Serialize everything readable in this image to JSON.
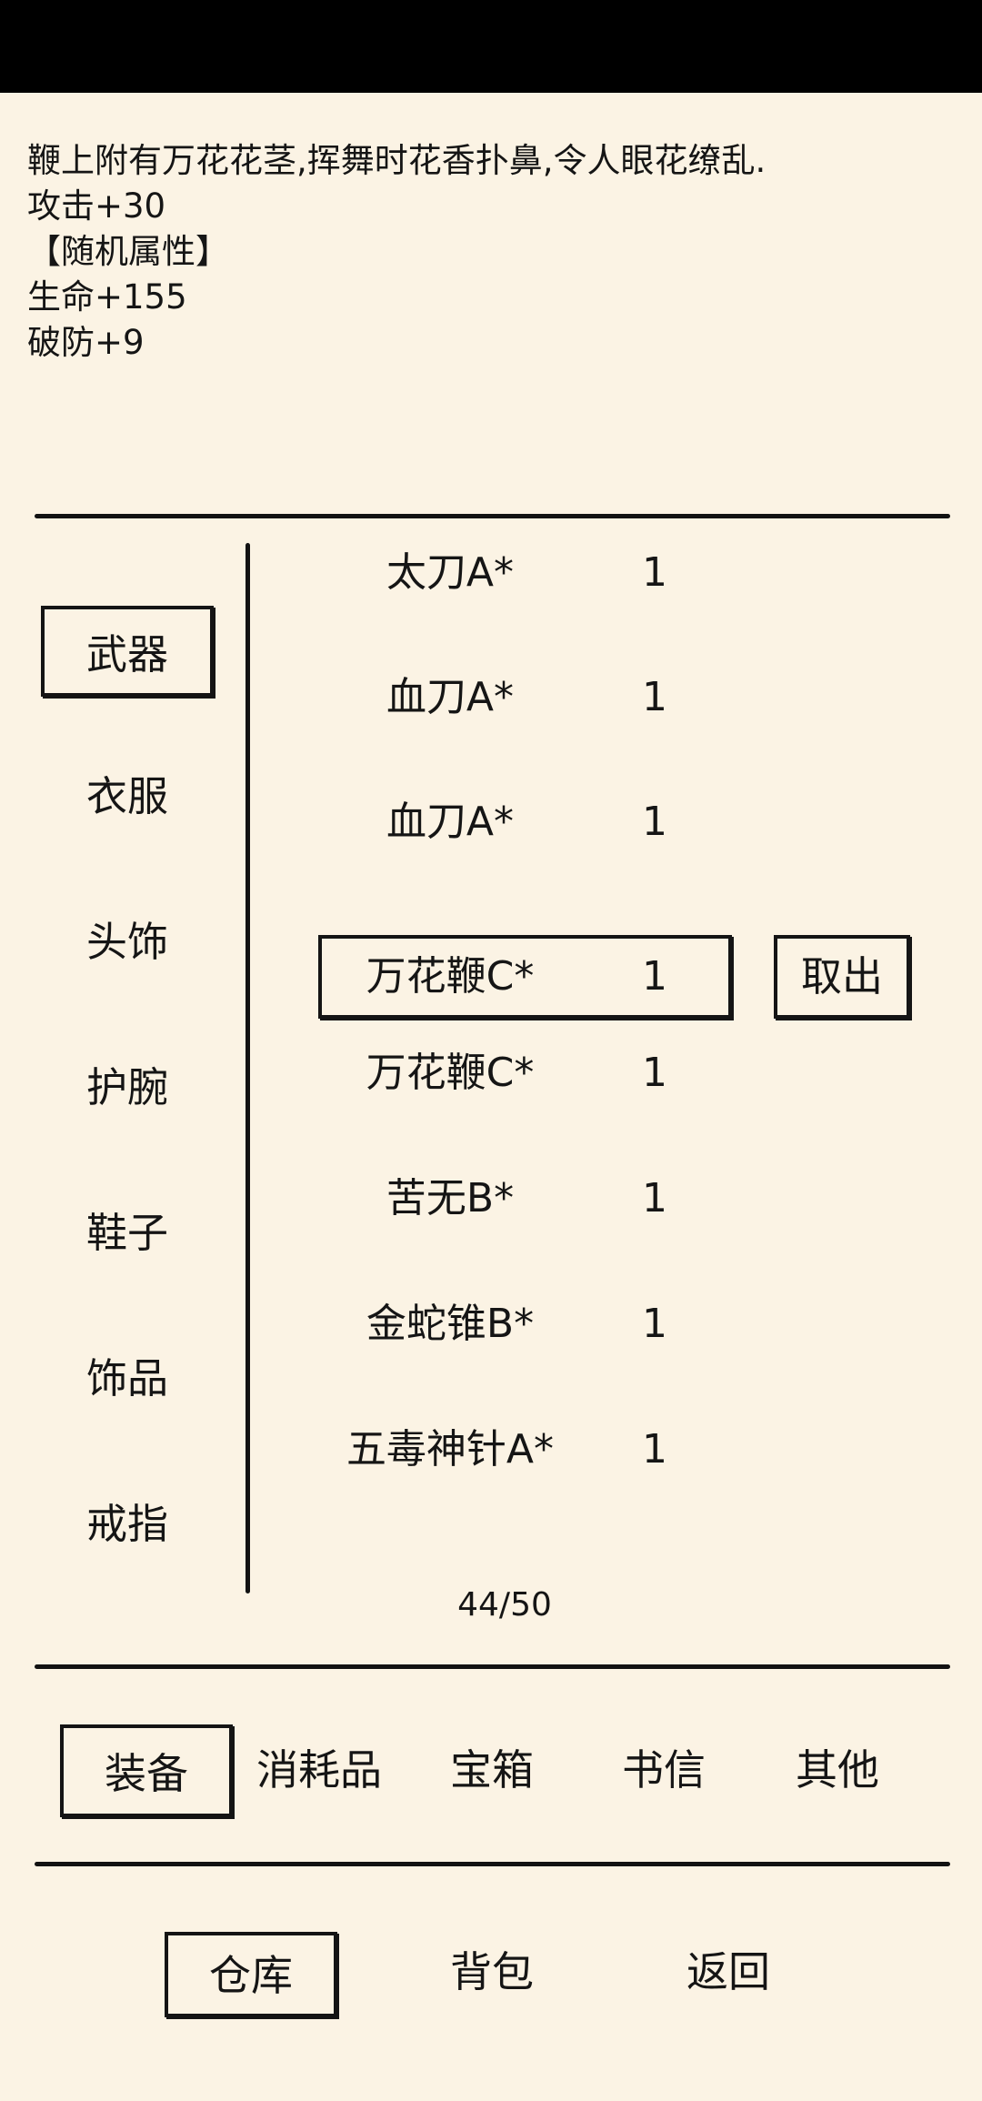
{
  "description": {
    "lines": [
      "鞭上附有万花花茎,挥舞时花香扑鼻,令人眼花缭乱.",
      "攻击+30",
      "【随机属性】",
      "生命+155",
      "破防+9"
    ]
  },
  "categories": [
    {
      "label": "武器",
      "selected": true
    },
    {
      "label": "衣服",
      "selected": false
    },
    {
      "label": "头饰",
      "selected": false
    },
    {
      "label": "护腕",
      "selected": false
    },
    {
      "label": "鞋子",
      "selected": false
    },
    {
      "label": "饰品",
      "selected": false
    },
    {
      "label": "戒指",
      "selected": false
    }
  ],
  "items": [
    {
      "name": "太刀A*",
      "qty": "1",
      "selected": false
    },
    {
      "name": "血刀A*",
      "qty": "1",
      "selected": false
    },
    {
      "name": "血刀A*",
      "qty": "1",
      "selected": false
    },
    {
      "name": "万花鞭C*",
      "qty": "1",
      "selected": true
    },
    {
      "name": "万花鞭C*",
      "qty": "1",
      "selected": false
    },
    {
      "name": "苦无B*",
      "qty": "1",
      "selected": false
    },
    {
      "name": "金蛇锥B*",
      "qty": "1",
      "selected": false
    },
    {
      "name": "五毒神针A*",
      "qty": "1",
      "selected": false
    }
  ],
  "take_out_label": "取出",
  "capacity": "44/50",
  "tabs": [
    {
      "label": "装备",
      "selected": true
    },
    {
      "label": "消耗品",
      "selected": false
    },
    {
      "label": "宝箱",
      "selected": false
    },
    {
      "label": "书信",
      "selected": false
    },
    {
      "label": "其他",
      "selected": false
    }
  ],
  "nav": {
    "warehouse": "仓库",
    "backpack": "背包",
    "back": "返回"
  },
  "colors": {
    "background": "#fbf3e4",
    "ink": "#151515"
  }
}
